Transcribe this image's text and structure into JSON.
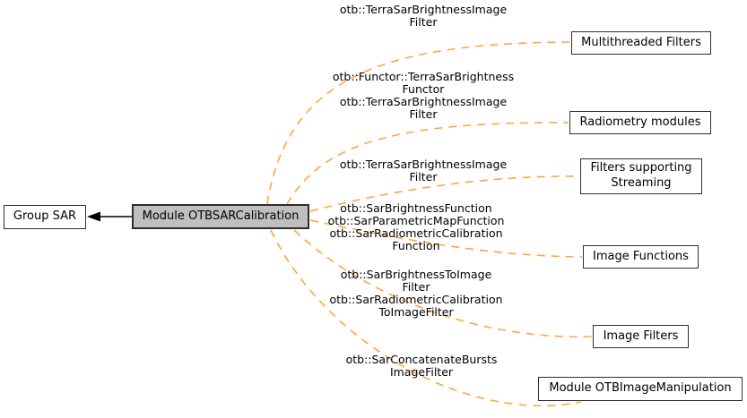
{
  "diagram": {
    "nodes": {
      "group_sar": {
        "label": "Group SAR"
      },
      "main": {
        "label": "Module OTBSARCalibration"
      },
      "targets": [
        {
          "label": "Multithreaded Filters"
        },
        {
          "label": "Radiometry modules"
        },
        {
          "label": "Filters supporting Streaming"
        },
        {
          "label": "Image Functions"
        },
        {
          "label": "Image Filters"
        },
        {
          "label": "Module OTBImageManipulation"
        }
      ]
    },
    "edge_labels": [
      {
        "lines": [
          "otb::TerraSarBrightnessImage",
          "Filter"
        ]
      },
      {
        "lines": [
          "otb::Functor::TerraSarBrightness",
          "Functor",
          "otb::TerraSarBrightnessImage",
          "Filter"
        ]
      },
      {
        "lines": [
          "otb::TerraSarBrightnessImage",
          "Filter"
        ]
      },
      {
        "lines": [
          "otb::SarBrightnessFunction",
          "otb::SarParametricMapFunction",
          "otb::SarRadiometricCalibration",
          "Function"
        ]
      },
      {
        "lines": [
          "otb::SarBrightnessToImage",
          "Filter",
          "otb::SarRadiometricCalibration",
          "ToImageFilter"
        ]
      },
      {
        "lines": [
          "otb::SarConcatenateBursts",
          "ImageFilter"
        ]
      }
    ],
    "colors": {
      "edge_dashed": "#ffa63e",
      "edge_solid": "#000000",
      "main_node_fill": "#bfbfbf",
      "node_fill": "#ffffff",
      "node_border": "#2e2e2e",
      "background": "#ffffff"
    }
  }
}
